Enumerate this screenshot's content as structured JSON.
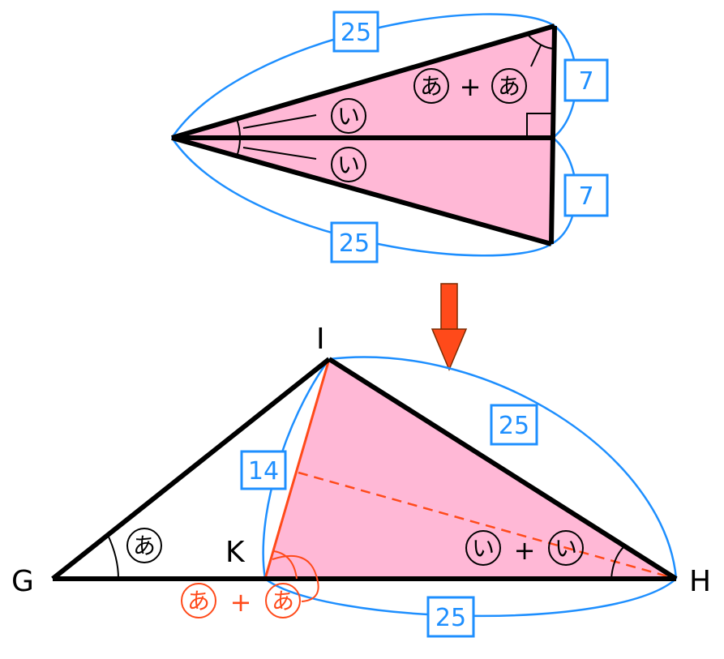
{
  "colors": {
    "fill": "#ffb8d6",
    "edge": "#000000",
    "measure": "#1e8fff",
    "accent": "#ff4a1a"
  },
  "top_figure": {
    "lengths": {
      "upper_long": "25",
      "upper_short": "7",
      "lower_short": "7",
      "lower_long": "25"
    },
    "angle_marks": {
      "upper_inner": "い",
      "lower_inner": "い",
      "right_sum_a": "あ",
      "right_sum_plus": "+",
      "right_sum_b": "あ"
    }
  },
  "arrow": {
    "color": "#ff4a1a"
  },
  "bottom_figure": {
    "vertices": {
      "G": "G",
      "H": "H",
      "I": "I",
      "K": "K"
    },
    "lengths": {
      "IH": "25",
      "IK": "14",
      "KH": "25"
    },
    "angle_marks": {
      "at_G": "あ",
      "at_H_a": "い",
      "at_H_plus": "+",
      "at_H_b": "い",
      "at_K_a": "あ",
      "at_K_plus": "+",
      "at_K_b": "あ"
    }
  }
}
